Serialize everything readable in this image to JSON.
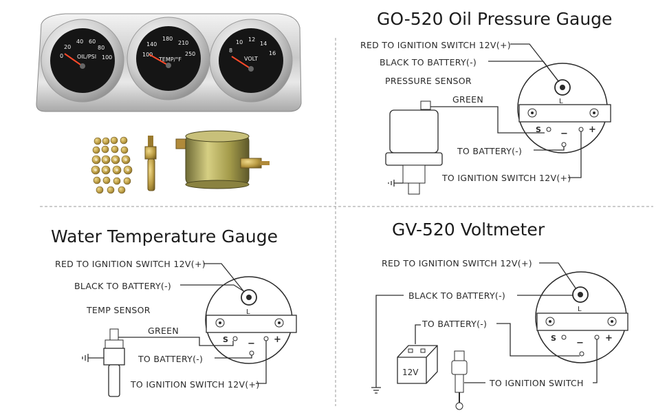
{
  "photo": {
    "gauges": [
      {
        "name": "oil",
        "label": "OIL/PSI",
        "ticks": [
          "20",
          "40",
          "60",
          "80",
          "100"
        ],
        "min": "0"
      },
      {
        "name": "temp",
        "label": "TEMP/°F",
        "ticks": [
          "140",
          "180",
          "210",
          "250"
        ],
        "min": "100"
      },
      {
        "name": "volt",
        "label": "VOLT",
        "ticks": [
          "10",
          "12",
          "14",
          "16"
        ],
        "min": "8"
      }
    ]
  },
  "oil": {
    "title": "GO-520  Oil Pressure Gauge",
    "red": "RED TO IGNITION SWITCH 12V(+)",
    "black": "BLACK TO BATTERY(-)",
    "sensor": "PRESSURE SENSOR",
    "green": "GREEN",
    "battery": "TO BATTERY(-)",
    "ignition": "TO IGNITION SWITCH 12V(+)"
  },
  "water": {
    "title": "Water Temperature Gauge",
    "red": "RED TO IGNITION SWITCH 12V(+)",
    "black": "BLACK TO BATTERY(-)",
    "sensor": "TEMP SENSOR",
    "green": "GREEN",
    "battery": "TO BATTERY(-)",
    "ignition": "TO IGNITION SWITCH 12V(+)"
  },
  "volt": {
    "title": "GV-520     Voltmeter",
    "red": "RED TO IGNITION SWITCH 12V(+)",
    "black": "BLACK TO BATTERY(-)",
    "battery": "TO BATTERY(-)",
    "ignition": "TO IGNITION SWITCH",
    "battery_label": "12V"
  },
  "terminals": {
    "s": "S",
    "minus": "−",
    "plus": "+",
    "l": "L"
  }
}
